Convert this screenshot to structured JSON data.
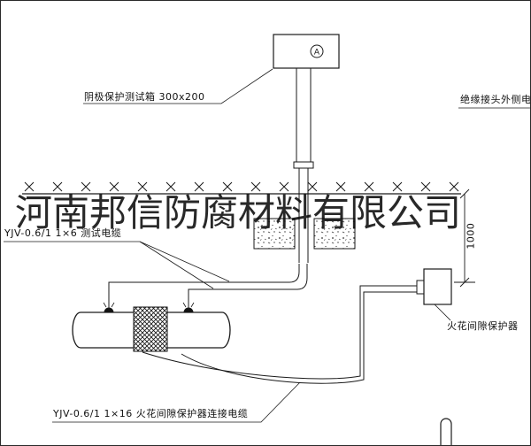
{
  "watermark": "河南邦信防腐材料有限公司",
  "diagram": {
    "test_box_label": "阴极保护测试箱 300x200",
    "right_cable_label": "绝缘接头外侧电缆",
    "test_cable_label": "YJV-0.6/1  1×6  测试电缆",
    "bottom_cable_label": "YJV-0.6/1  1×16  火花间隙保护器连接电缆",
    "spark_gap_label": "火花间隙保护器",
    "dimension_value": "1000",
    "ammeter_letter": "A"
  },
  "colors": {
    "line": "#1a1a1a",
    "background": "#ffffff"
  }
}
